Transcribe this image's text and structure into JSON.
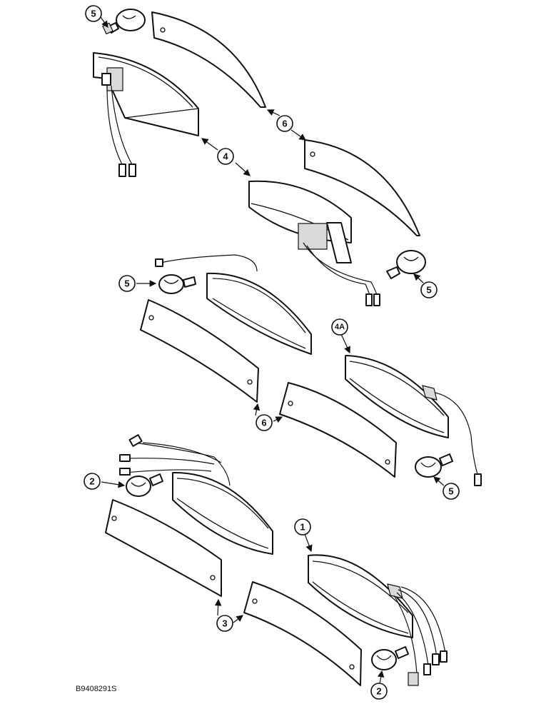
{
  "callouts": {
    "c1": "1",
    "c2a": "2",
    "c2b": "2",
    "c3": "3",
    "c4": "4",
    "c4a": "4A",
    "c5a": "5",
    "c5b": "5",
    "c5c": "5",
    "c5d": "5",
    "c6a": "6",
    "c6b": "6"
  },
  "figure_code": "B9408291S"
}
